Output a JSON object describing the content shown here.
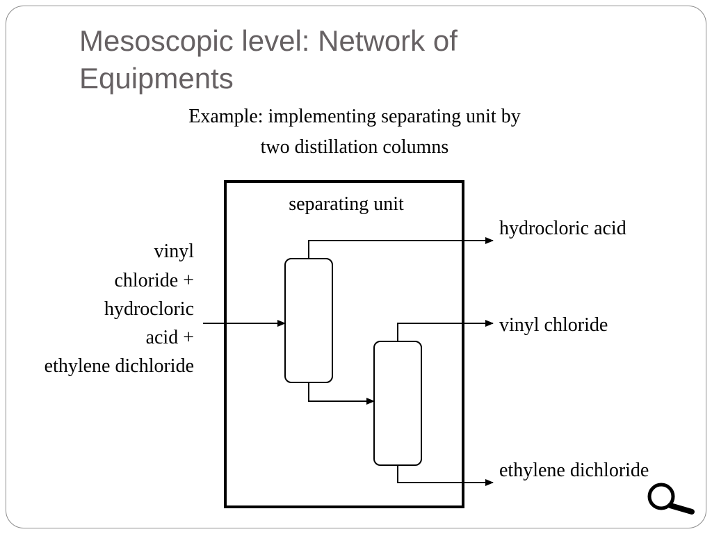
{
  "slide": {
    "title_lines": [
      "Mesoscopic level: Network of",
      "Equipments"
    ],
    "subtitle_lines": [
      "Example: implementing separating unit by",
      "two distillation columns"
    ]
  },
  "diagram": {
    "unit_label": "separating unit",
    "input_lines": [
      "vinyl",
      "chloride +",
      "hydrocloric",
      "acid +",
      "ethylene dichloride"
    ],
    "outputs": {
      "top": "hydrocloric acid",
      "middle": "vinyl chloride",
      "bottom": "ethylene dichloride"
    }
  },
  "icons": {
    "corner": "magnifier-icon"
  }
}
